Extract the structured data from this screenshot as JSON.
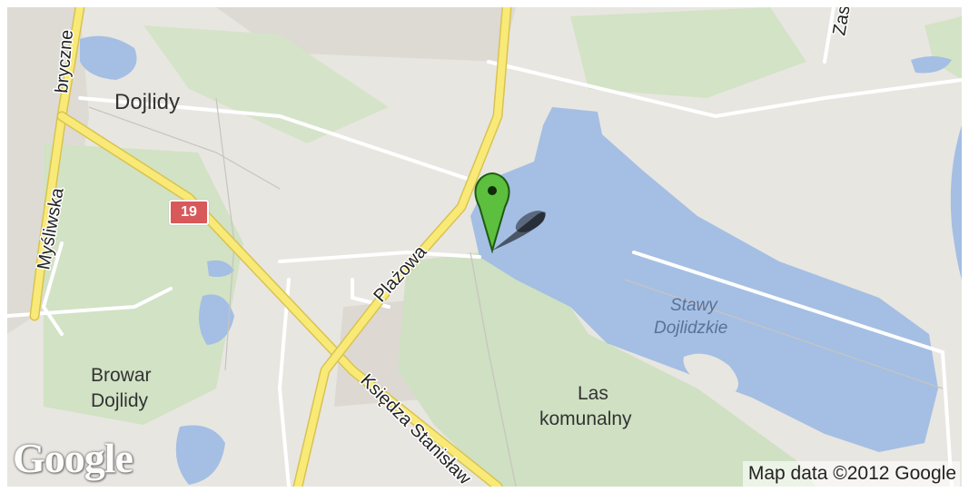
{
  "map": {
    "place_labels": {
      "dojlidy": "Dojlidy",
      "browar_line1": "Browar",
      "browar_line2": "Dojlidy",
      "las_line1": "Las",
      "las_line2": "komunalny"
    },
    "water_labels": {
      "stawy_line1": "Stawy",
      "stawy_line2": "Dojlidzkie"
    },
    "road_labels": {
      "plazowa": "Plażowa",
      "ksiedza": "Księdza Stanisław",
      "mysliwska": "Myśliwska",
      "bryczne": "bryczne",
      "zas": "Zas"
    },
    "route_shield": "19",
    "marker_icon": "map-pin-icon",
    "marker_color": "#5cbf3e",
    "water_color": "#a4bfe3",
    "park_color": "#cfe0c3",
    "road_color": "#f9e977"
  },
  "branding": {
    "logo": "Google",
    "attribution": "Map data ©2012 Google"
  }
}
